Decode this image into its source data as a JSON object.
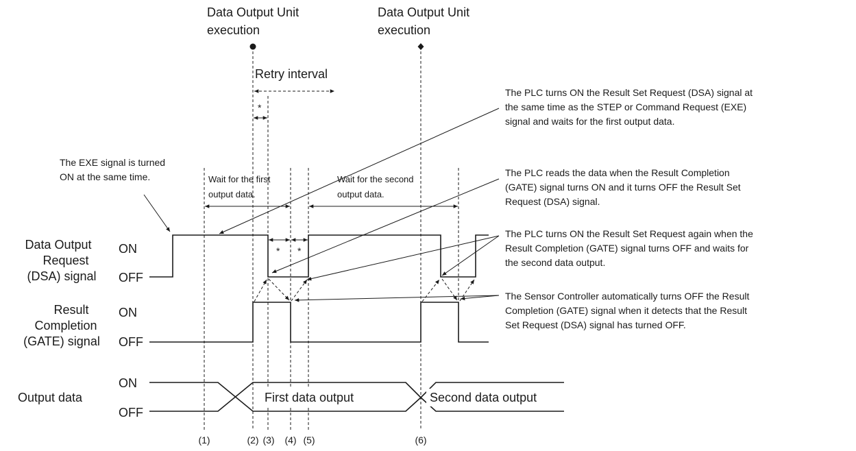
{
  "executions": [
    {
      "line1": "Data Output Unit",
      "line2": "execution",
      "marker": "circle"
    },
    {
      "line1": "Data Output Unit",
      "line2": "execution",
      "marker": "diamond"
    }
  ],
  "retry_interval": "Retry interval",
  "asterisk": "*",
  "exe_note": [
    "The EXE signal is turned",
    "ON at the same time."
  ],
  "wait_first": [
    "Wait for the first",
    "output data."
  ],
  "wait_second": [
    "Wait for the second",
    "output data."
  ],
  "signals": [
    {
      "label": [
        "Data Output",
        "Request",
        "(DSA) signal"
      ],
      "on": "ON",
      "off": "OFF"
    },
    {
      "label": [
        "Result",
        "Completion",
        "(GATE) signal"
      ],
      "on": "ON",
      "off": "OFF"
    },
    {
      "label": [
        "Output data"
      ],
      "on": "ON",
      "off": "OFF"
    }
  ],
  "data_labels": [
    "First data output",
    "Second data output"
  ],
  "markers": [
    "(1)",
    "(2)",
    "(3)",
    "(4)",
    "(5)",
    "(6)"
  ],
  "notes": [
    [
      "The PLC turns ON the Result Set Request (DSA) signal at",
      "the same time as the STEP or Command Request (EXE)",
      "signal and waits for the first output data."
    ],
    [
      "The PLC reads the data when the Result Completion",
      "(GATE) signal turns ON and it turns OFF the Result Set",
      "Request (DSA) signal."
    ],
    [
      "The PLC turns ON the Result Set Request again when the",
      "Result Completion (GATE) signal turns OFF and waits for",
      "the second data output."
    ],
    [
      "The Sensor Controller automatically turns OFF the Result",
      "Completion (GATE) signal when it detects that the Result",
      "Set Request (DSA) signal has turned OFF."
    ]
  ]
}
